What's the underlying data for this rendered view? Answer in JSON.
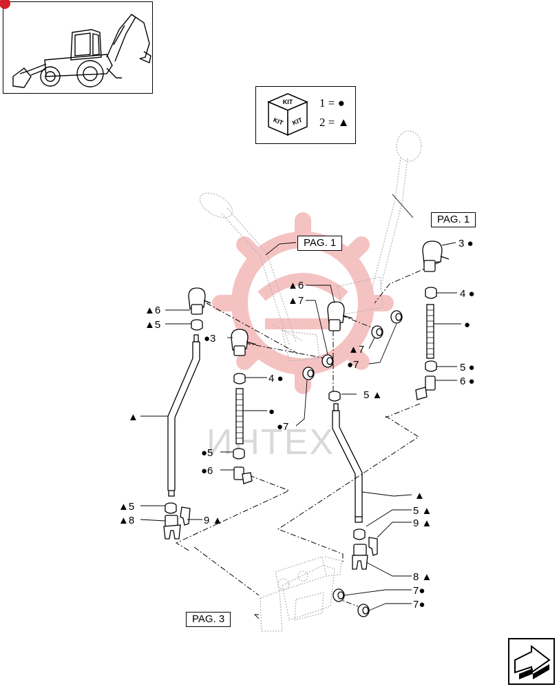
{
  "legend": {
    "kit_label": "KIT",
    "row1_number": "1",
    "row1_symbol": "●",
    "row2_number": "2",
    "row2_symbol": "▲",
    "equals": "="
  },
  "page_refs": {
    "top_right": "PAG. 1",
    "top_left": "PAG. 1",
    "bottom": "PAG. 3"
  },
  "watermark": "ИНТЕХ",
  "callouts": [
    {
      "id": "c1",
      "text": "3 ●"
    },
    {
      "id": "c2",
      "text": "4 ●"
    },
    {
      "id": "c3",
      "text": "●"
    },
    {
      "id": "c4",
      "text": "5 ●"
    },
    {
      "id": "c5",
      "text": "6 ●"
    },
    {
      "id": "c6",
      "text": "▲6"
    },
    {
      "id": "c7",
      "text": "▲7"
    },
    {
      "id": "c8",
      "text": "▲7"
    },
    {
      "id": "c9",
      "text": "●7"
    },
    {
      "id": "c10",
      "text": "5 ▲"
    },
    {
      "id": "c11",
      "text": "▲6"
    },
    {
      "id": "c12",
      "text": "▲5"
    },
    {
      "id": "c13",
      "text": "●3"
    },
    {
      "id": "c14",
      "text": "4 ●"
    },
    {
      "id": "c15",
      "text": "●"
    },
    {
      "id": "c16",
      "text": "●7"
    },
    {
      "id": "c17",
      "text": "▲"
    },
    {
      "id": "c18",
      "text": "●5"
    },
    {
      "id": "c19",
      "text": "●6"
    },
    {
      "id": "c20",
      "text": "▲5"
    },
    {
      "id": "c21",
      "text": "▲8"
    },
    {
      "id": "c22",
      "text": "9 ▲"
    },
    {
      "id": "c23",
      "text": "▲"
    },
    {
      "id": "c24",
      "text": "5 ▲"
    },
    {
      "id": "c25",
      "text": "9 ▲"
    },
    {
      "id": "c26",
      "text": "8 ▲"
    },
    {
      "id": "c27",
      "text": "7●"
    },
    {
      "id": "c28",
      "text": "7●"
    }
  ],
  "colors": {
    "line": "#000000",
    "ghost": "#b0b0b0",
    "watermark_red": "#f3b3b3",
    "page_dot": "#d4202a"
  }
}
